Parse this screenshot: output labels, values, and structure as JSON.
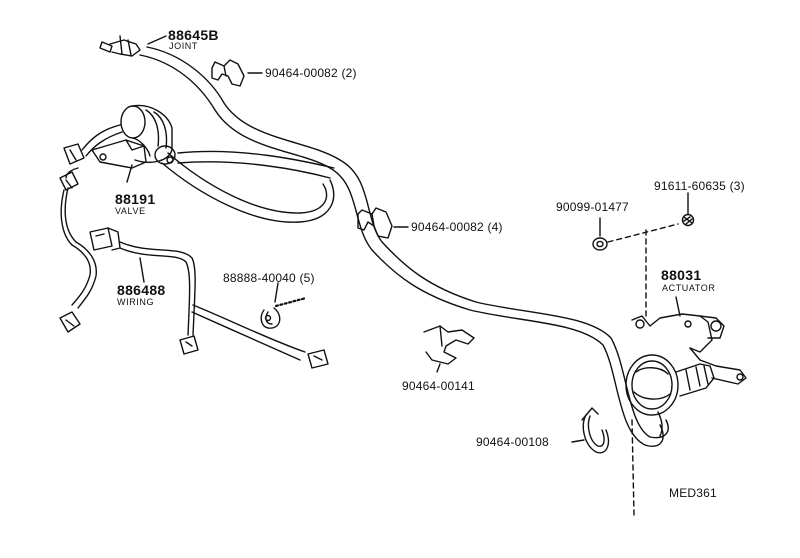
{
  "parts": {
    "joint": {
      "number": "88645B",
      "name": "JOINT"
    },
    "clip_2": {
      "number": "90464-00082 (2)"
    },
    "valve": {
      "number": "88191",
      "name": "VALVE"
    },
    "clip_4": {
      "number": "90464-00082 (4)"
    },
    "washer": {
      "number": "90099-01477"
    },
    "nut": {
      "number": "91611-60635 (3)"
    },
    "actuator": {
      "number": "88031",
      "name": "ACTUATOR"
    },
    "wiring": {
      "number": "886488",
      "name": "WIRING"
    },
    "tie": {
      "number": "88888-40040 (5)"
    },
    "clamp_141": {
      "number": "90464-00141"
    },
    "clamp_108": {
      "number": "90464-00108"
    }
  },
  "diagram_code": "MED361",
  "colors": {
    "ink": "#111111",
    "paper": "#ffffff"
  }
}
